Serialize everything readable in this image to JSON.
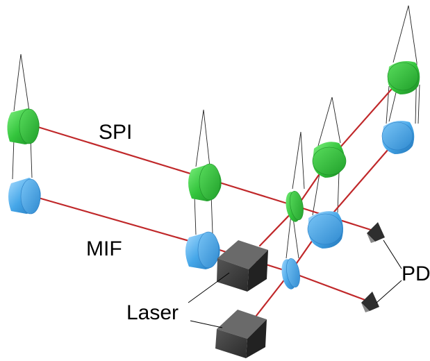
{
  "labels": {
    "spi": "SPI",
    "mif": "MIF",
    "laser": "Laser",
    "pd": "PD"
  },
  "colors": {
    "beam": "#c0282a",
    "green_optic": "#33c43c",
    "blue_optic": "#45a6e8",
    "laser_box": "#3a3a3a",
    "photodiode": "#4a4a4a",
    "suspension_wire": "#222222"
  },
  "components": [
    "suspended green mirror",
    "suspended blue mirror",
    "beamsplitter",
    "laser",
    "photodiode"
  ]
}
